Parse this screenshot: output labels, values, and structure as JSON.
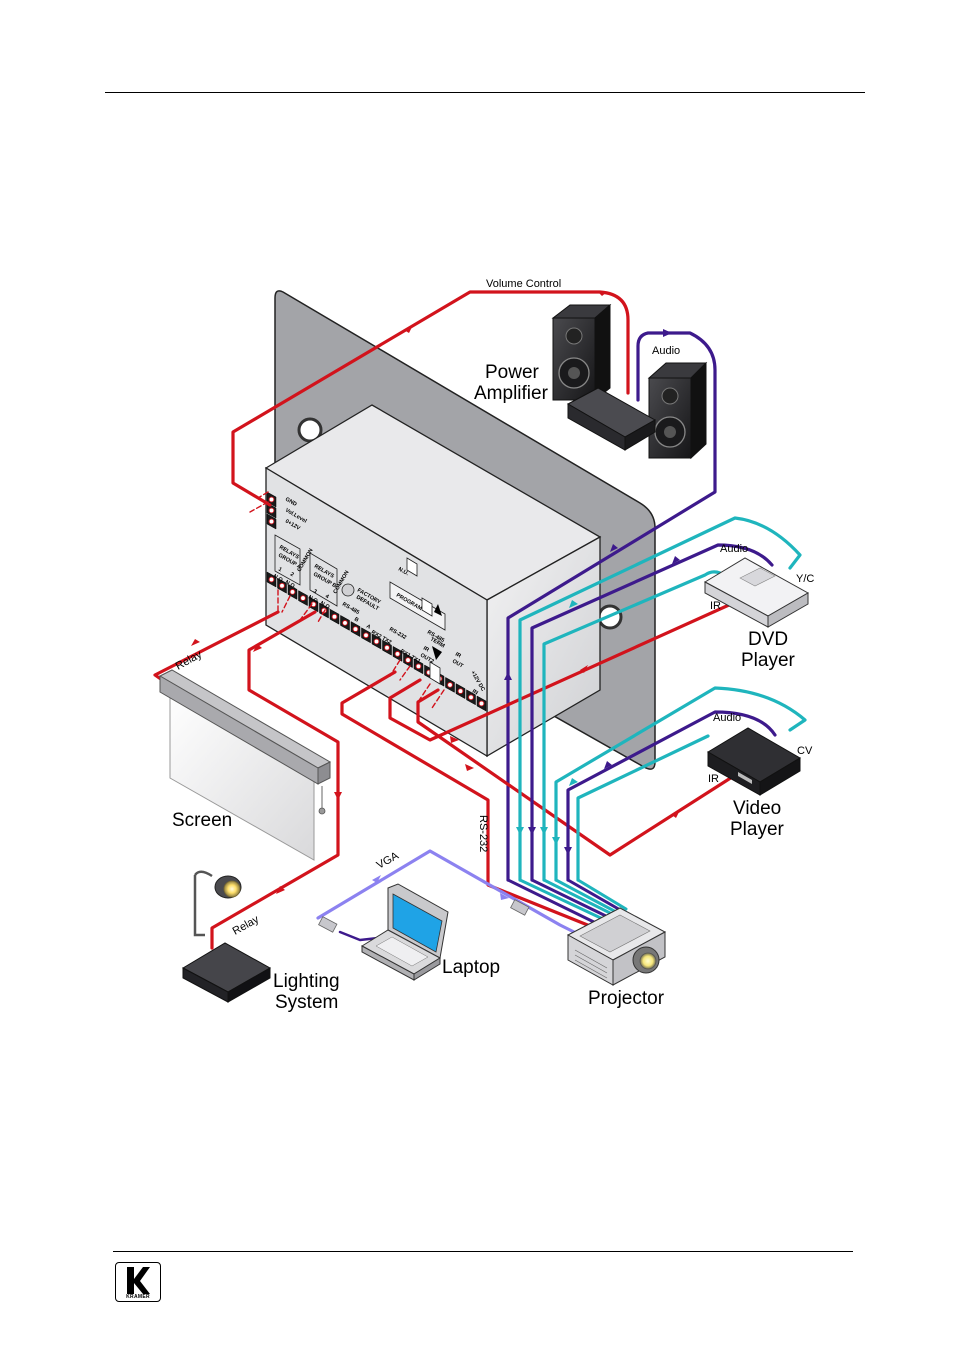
{
  "devices": {
    "power_amplifier": [
      "Power",
      "Amplifier"
    ],
    "dvd_player": [
      "DVD",
      "Player"
    ],
    "video_player": [
      "Video",
      "Player"
    ],
    "screen": "Screen",
    "lighting_system": [
      "Lighting",
      "System"
    ],
    "laptop": "Laptop",
    "projector": "Projector"
  },
  "connections": {
    "volume_control": "Volume Control",
    "audio_amp": "Audio",
    "audio_dvd": "Audio",
    "yc": "Y/C",
    "ir_dvd": "IR",
    "audio_video": "Audio",
    "cv": "CV",
    "ir_video": "IR",
    "relay_screen": "Relay",
    "relay_lighting": "Relay",
    "vga": "VGA",
    "rs232": "RS-232"
  },
  "panel_labels": {
    "gnd": "GND",
    "vol_level": "Vol.Level",
    "v12": "0+12V",
    "relays_group_a": [
      "RELAYS",
      "GROUP A"
    ],
    "relays_group_b": [
      "RELAYS",
      "GROUP B"
    ],
    "relay_1": "1",
    "relay_2": "2",
    "relay_3": "3",
    "relay_4": "4",
    "no": "N.O.",
    "common": "COMMON",
    "factory_default": [
      "FACTORY",
      "DEFAULT"
    ],
    "program": "PROGRAM",
    "rs485": "RS-485",
    "rs485_term": [
      "RS-485",
      "TERM"
    ],
    "rs232": "RS-232",
    "b": "B",
    "a": "A",
    "rx2_tx2": "RX2 TX2",
    "rx1_tx1": "RX1 TX1",
    "ir": "IR",
    "out": "OUT",
    "out2": "OUT2",
    "v12_dc": "+12V DC",
    "in": "IN",
    "nu": "N.U."
  },
  "logo": {
    "text": "KRAMER"
  },
  "colors": {
    "control": "#d2131c",
    "audio": "#3d1a8c",
    "video": "#1fb5bd",
    "vga": "#8c82f0",
    "wall": "#a3a4a8",
    "device": "#e6e6e8"
  }
}
